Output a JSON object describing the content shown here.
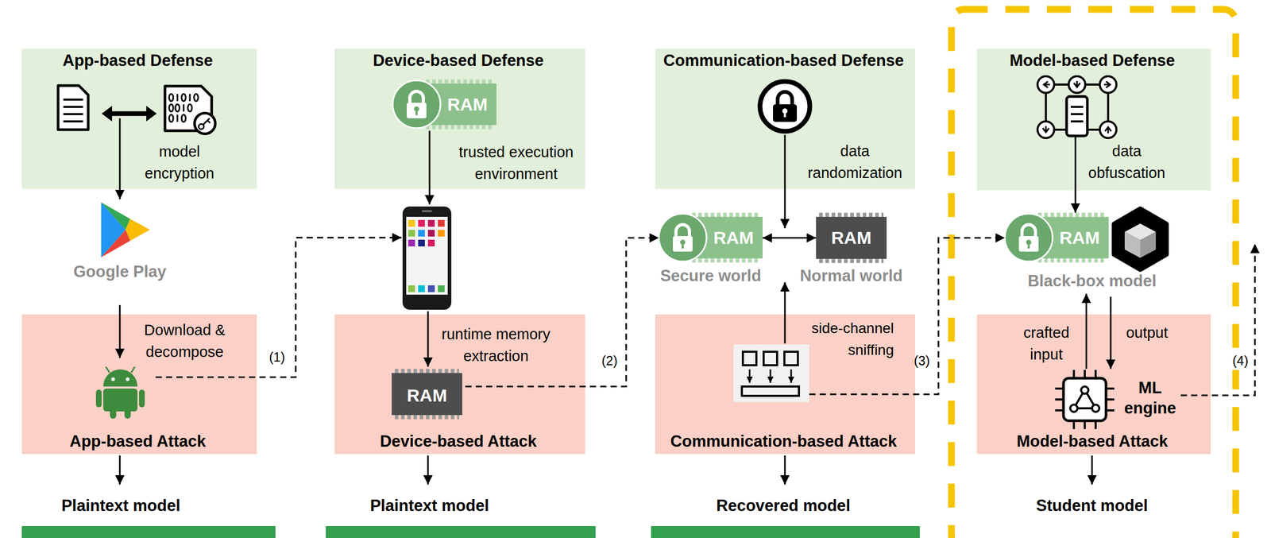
{
  "diagram": {
    "nodes": [
      {
        "text": [
          "App-based Defense",
          "model encryption"
        ]
      },
      {
        "text": [
          "Google Play"
        ]
      },
      {
        "text": [
          "Download & decompose",
          "App-based Attack"
        ]
      },
      {
        "text": [
          "Device-based Defense",
          "trusted execution environment"
        ]
      },
      {
        "text": [
          "RAM"
        ],
        "in": 3
      },
      {
        "text": [
          "runtime memory extraction",
          "Device-based Attack"
        ]
      },
      {
        "text": [
          "RAM"
        ],
        "in": 5
      },
      {
        "text": [
          "Communication-based Defense",
          "data randomization"
        ]
      },
      {
        "text": [
          "RAM",
          "Secure world"
        ]
      },
      {
        "text": [
          "RAM",
          "Normal world"
        ]
      },
      {
        "text": [
          "Communication-based Attack"
        ]
      },
      {
        "text": [
          "side-channel sniffing"
        ],
        "in": 10
      },
      {
        "text": [
          "Model-based Defense",
          "data obfuscation"
        ]
      },
      {
        "text": [
          "RAM",
          "Black-box model"
        ]
      },
      {
        "text": [
          "Model-based Attack"
        ]
      },
      {
        "text": [
          "ML engine"
        ],
        "in": 14
      }
    ],
    "edges": [
      {
        "from": 0,
        "to": 1,
        "arrow": "to"
      },
      {
        "from": 6,
        "to": 8,
        "label": "(2)",
        "arrow": "to"
      },
      {
        "from": 8,
        "to": 9,
        "arrow": "both"
      },
      {
        "from": 11,
        "to": 13,
        "label": "(3)",
        "arrow": "to"
      },
      {
        "from": 12,
        "to": 13,
        "arrow": "to"
      },
      {
        "from": 15,
        "to": 13,
        "label": "crafted input",
        "arrow": "to"
      },
      {
        "from": 13,
        "to": 15,
        "label": "output",
        "arrow": "to"
      }
    ],
    "labels": [
      "(1)",
      "(4)",
      "Plaintext model",
      "Plaintext model",
      "Recovered model",
      "Student model"
    ]
  }
}
